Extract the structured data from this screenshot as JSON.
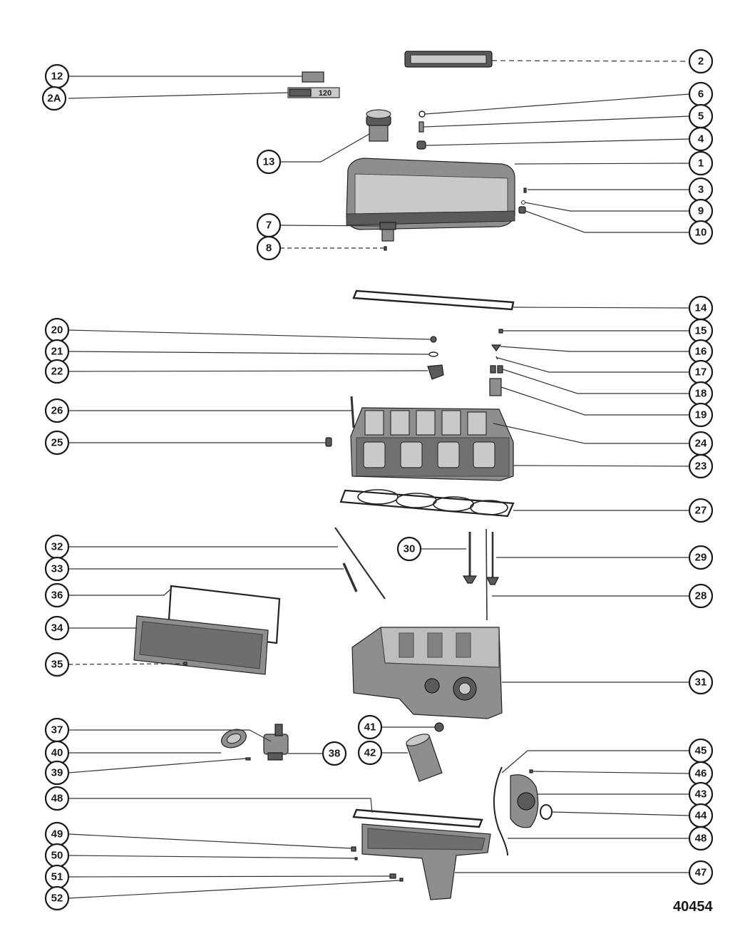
{
  "figure_number": "40454",
  "callouts": [
    {
      "label": "2"
    },
    {
      "label": "12"
    },
    {
      "label": "2A"
    },
    {
      "label": "6"
    },
    {
      "label": "5"
    },
    {
      "label": "4"
    },
    {
      "label": "13"
    },
    {
      "label": "1"
    },
    {
      "label": "3"
    },
    {
      "label": "9"
    },
    {
      "label": "7"
    },
    {
      "label": "10"
    },
    {
      "label": "8"
    },
    {
      "label": "14"
    },
    {
      "label": "20"
    },
    {
      "label": "15"
    },
    {
      "label": "21"
    },
    {
      "label": "16"
    },
    {
      "label": "22"
    },
    {
      "label": "17"
    },
    {
      "label": "18"
    },
    {
      "label": "26"
    },
    {
      "label": "19"
    },
    {
      "label": "25"
    },
    {
      "label": "24"
    },
    {
      "label": "23"
    },
    {
      "label": "27"
    },
    {
      "label": "32"
    },
    {
      "label": "30"
    },
    {
      "label": "29"
    },
    {
      "label": "33"
    },
    {
      "label": "36"
    },
    {
      "label": "28"
    },
    {
      "label": "34"
    },
    {
      "label": "35"
    },
    {
      "label": "31"
    },
    {
      "label": "37"
    },
    {
      "label": "41"
    },
    {
      "label": "40"
    },
    {
      "label": "38"
    },
    {
      "label": "42"
    },
    {
      "label": "45"
    },
    {
      "label": "39"
    },
    {
      "label": "46"
    },
    {
      "label": "48"
    },
    {
      "label": "43"
    },
    {
      "label": "44"
    },
    {
      "label": "49"
    },
    {
      "label": "48"
    },
    {
      "label": "50"
    },
    {
      "label": "51"
    },
    {
      "label": "47"
    },
    {
      "label": "52"
    }
  ],
  "badge_2A_text": "120"
}
